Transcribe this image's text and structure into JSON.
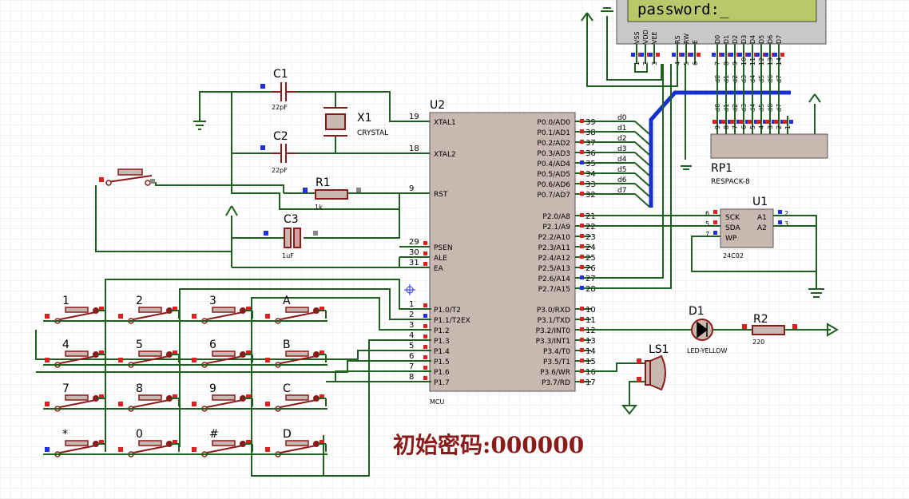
{
  "lcd": {
    "text": "password:_",
    "pins": [
      "VSS",
      "VDD",
      "VEE",
      "RS",
      "RW",
      "E",
      "D0",
      "D1",
      "D2",
      "D3",
      "D4",
      "D5",
      "D6",
      "D7"
    ],
    "pin_numbers": [
      "1",
      "2",
      "3",
      "4",
      "5",
      "6",
      "7",
      "8",
      "9",
      "10",
      "11",
      "12",
      "13",
      "14"
    ]
  },
  "mcu": {
    "ref": "U2",
    "type": "MCU",
    "left_pins": [
      {
        "num": "19",
        "name": "XTAL1"
      },
      {
        "num": "18",
        "name": "XTAL2"
      },
      {
        "num": "9",
        "name": "RST"
      },
      {
        "num": "29",
        "name": "PSEN"
      },
      {
        "num": "30",
        "name": "ALE"
      },
      {
        "num": "31",
        "name": "EA"
      },
      {
        "num": "1",
        "name": "P1.0/T2"
      },
      {
        "num": "2",
        "name": "P1.1/T2EX"
      },
      {
        "num": "3",
        "name": "P1.2"
      },
      {
        "num": "4",
        "name": "P1.3"
      },
      {
        "num": "5",
        "name": "P1.4"
      },
      {
        "num": "6",
        "name": "P1.5"
      },
      {
        "num": "7",
        "name": "P1.6"
      },
      {
        "num": "8",
        "name": "P1.7"
      }
    ],
    "right_pins": [
      {
        "num": "39",
        "name": "P0.0/AD0"
      },
      {
        "num": "38",
        "name": "P0.1/AD1"
      },
      {
        "num": "37",
        "name": "P0.2/AD2"
      },
      {
        "num": "36",
        "name": "P0.3/AD3"
      },
      {
        "num": "35",
        "name": "P0.4/AD4"
      },
      {
        "num": "34",
        "name": "P0.5/AD5"
      },
      {
        "num": "33",
        "name": "P0.6/AD6"
      },
      {
        "num": "32",
        "name": "P0.7/AD7"
      },
      {
        "num": "21",
        "name": "P2.0/A8"
      },
      {
        "num": "22",
        "name": "P2.1/A9"
      },
      {
        "num": "23",
        "name": "P2.2/A10"
      },
      {
        "num": "24",
        "name": "P2.3/A11"
      },
      {
        "num": "25",
        "name": "P2.4/A12"
      },
      {
        "num": "26",
        "name": "P2.5/A13"
      },
      {
        "num": "27",
        "name": "P2.6/A14"
      },
      {
        "num": "28",
        "name": "P2.7/A15"
      },
      {
        "num": "10",
        "name": "P3.0/RXD"
      },
      {
        "num": "11",
        "name": "P3.1/TXD"
      },
      {
        "num": "12",
        "name": "P3.2/INT0"
      },
      {
        "num": "13",
        "name": "P3.3/INT1"
      },
      {
        "num": "14",
        "name": "P3.4/T0"
      },
      {
        "num": "15",
        "name": "P3.5/T1"
      },
      {
        "num": "16",
        "name": "P3.6/WR"
      },
      {
        "num": "17",
        "name": "P3.7/RD"
      }
    ],
    "bus_labels": [
      "d0",
      "d1",
      "d2",
      "d3",
      "d4",
      "d5",
      "d6",
      "d7"
    ]
  },
  "components": {
    "c1": {
      "ref": "C1",
      "value": "22pF"
    },
    "c2": {
      "ref": "C2",
      "value": "22pF"
    },
    "c3": {
      "ref": "C3",
      "value": "1uF"
    },
    "x1": {
      "ref": "X1",
      "value": "CRYSTAL"
    },
    "r1": {
      "ref": "R1",
      "value": "1k"
    },
    "r2": {
      "ref": "R2",
      "value": "220"
    },
    "rp1": {
      "ref": "RP1",
      "value": "RESPACK-8",
      "top_labels": [
        "d0",
        "d1",
        "d2",
        "d3",
        "d4",
        "d5",
        "d6",
        "d7"
      ],
      "pin_numbers": [
        "9",
        "8",
        "7",
        "6",
        "5",
        "4",
        "3",
        "2",
        "1"
      ]
    },
    "lcd_labels": [
      "d0",
      "d1",
      "d2",
      "d3",
      "d4",
      "d5",
      "d6",
      "d7"
    ],
    "u1": {
      "ref": "U1",
      "value": "24C02",
      "pins": [
        "SCK",
        "SDA",
        "WP",
        "A1",
        "A2"
      ],
      "pin_numbers": [
        "6",
        "5",
        "7",
        "2",
        "3"
      ]
    },
    "d1": {
      "ref": "D1",
      "value": "LED-YELLOW"
    },
    "ls1": {
      "ref": "LS1"
    }
  },
  "keypad": {
    "keys": [
      "1",
      "2",
      "3",
      "A",
      "4",
      "5",
      "6",
      "B",
      "7",
      "8",
      "9",
      "C",
      "*",
      "0",
      "#",
      "D"
    ]
  },
  "caption": "初始密码:000000",
  "colors": {
    "wire": "#1f5f1f",
    "component": "#8b1a1a",
    "chip_fill": "#c8b8b0",
    "lcd_fill": "#b8c86a",
    "bus": "#1530d0",
    "pin_red": "#e02020",
    "pin_blue": "#2030e0",
    "grid": "#e6e6e6"
  }
}
